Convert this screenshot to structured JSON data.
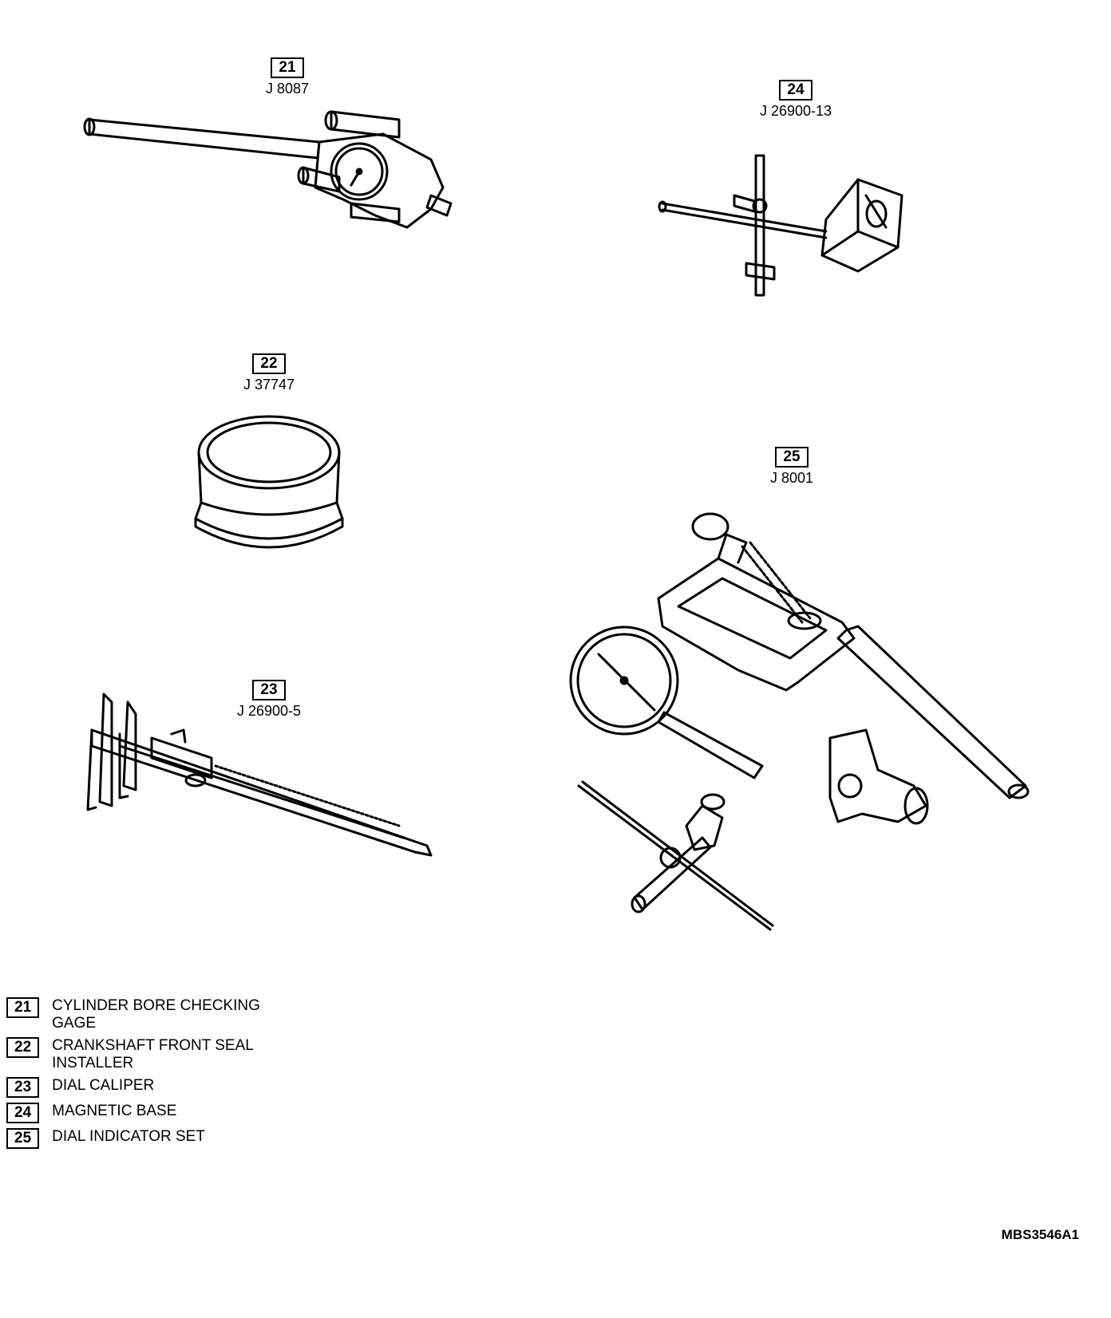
{
  "tools": [
    {
      "num": "21",
      "part": "J 8087"
    },
    {
      "num": "22",
      "part": "J 37747"
    },
    {
      "num": "23",
      "part": "J 26900-5"
    },
    {
      "num": "24",
      "part": "J 26900-13"
    },
    {
      "num": "25",
      "part": "J 8001"
    }
  ],
  "legend": [
    {
      "num": "21",
      "text": "CYLINDER BORE CHECKING GAGE"
    },
    {
      "num": "22",
      "text": "CRANKSHAFT FRONT SEAL INSTALLER"
    },
    {
      "num": "23",
      "text": "DIAL CALIPER"
    },
    {
      "num": "24",
      "text": "MAGNETIC BASE"
    },
    {
      "num": "25",
      "text": "DIAL INDICATOR SET"
    }
  ],
  "figure_code": "MBS3546A1"
}
